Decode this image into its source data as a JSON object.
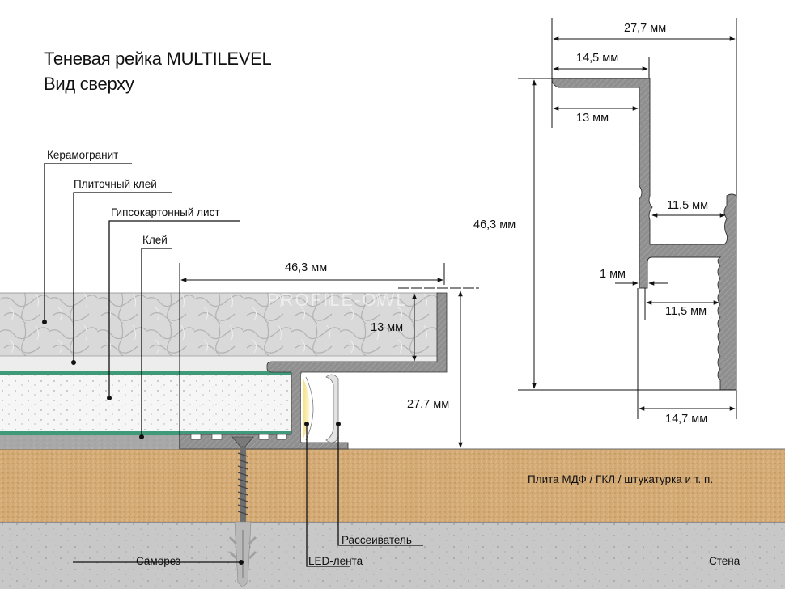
{
  "title": {
    "line1": "Теневая рейка MULTILEVEL",
    "line2": "Вид сверху"
  },
  "watermark": "PROFILE-OWL",
  "callouts": {
    "ceramic": "Керамогранит",
    "tile_glue": "Плиточный клей",
    "drywall": "Гипсокартонный лист",
    "glue": "Клей",
    "screw": "Саморез",
    "led": "LED-лента",
    "diffuser": "Рассеиватель"
  },
  "layers": {
    "substrate": "Плита МДФ / ГКЛ / штукатурка и т. п.",
    "wall": "Стена"
  },
  "left_dimensions": {
    "width": "46,3 мм",
    "tile_depth": "13 мм",
    "height": "27,7 мм"
  },
  "right_dimensions": {
    "total_width": "27,7 мм",
    "top_flange": "14,5 мм",
    "inner_flange": "13 мм",
    "total_height": "46,3 мм",
    "upper_channel": "11,5 мм",
    "wall_thickness": "1 мм",
    "lower_channel": "11,5 мм",
    "base_width": "14,7 мм"
  },
  "colors": {
    "ceramic": "#d6d6d6",
    "tile_glue": "#ececec",
    "drywall_edge": "#3f9a7a",
    "drywall_core": "#f7f7f7",
    "glue": "#a9a9a9",
    "aluminum": "#8e8e8e",
    "mdf": "#d5ac78",
    "wall": "#c9c9c9",
    "led_glow": "#f6e69a"
  }
}
